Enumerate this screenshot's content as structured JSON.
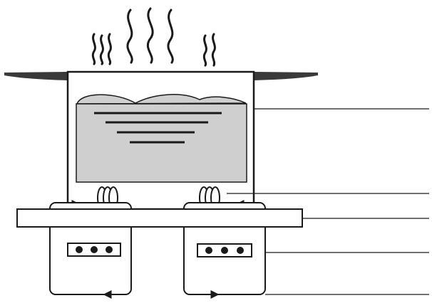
{
  "diagram": {
    "subject": "induction-cooking-schematic",
    "parts": [
      "steam",
      "cooktop",
      "cooking-vessel",
      "food-contents",
      "induction-coils",
      "cooktop-panel",
      "control-unit-left",
      "control-unit-right",
      "leader-lines"
    ],
    "callout_count": 5,
    "indicator_dots_per_unit": 3
  },
  "colors": {
    "line": "#1a1a1a",
    "vessel_fill": "#ffffff",
    "contents_fill": "#cfcfcf",
    "cooktop_fill": "#3a3a3a",
    "background": "#ffffff"
  }
}
